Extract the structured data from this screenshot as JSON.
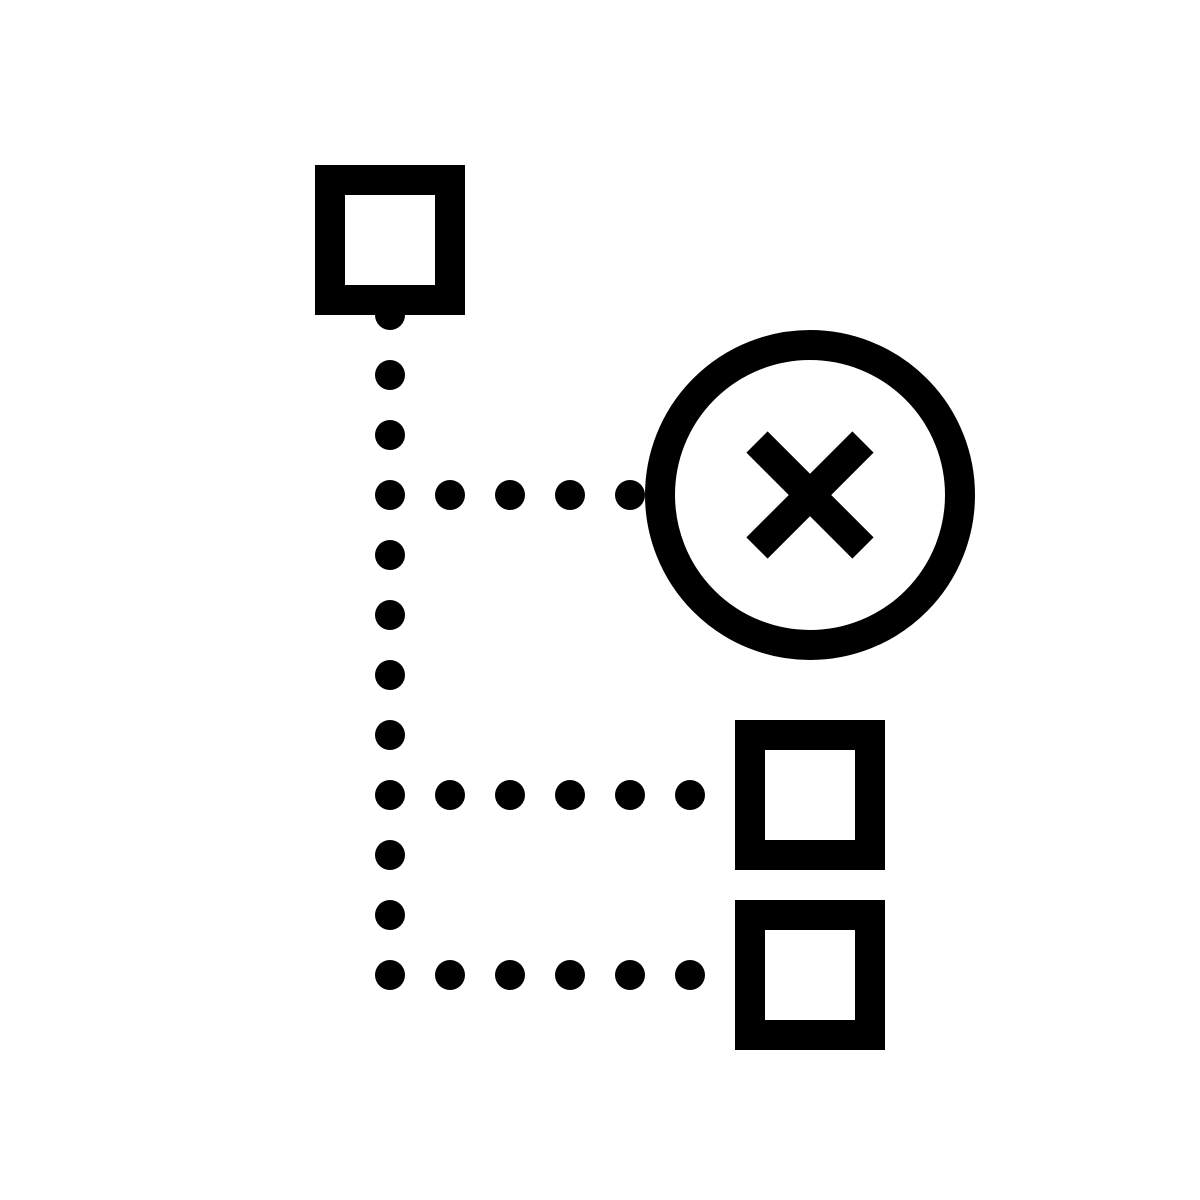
{
  "icon": {
    "name": "hierarchy-remove-node-icon",
    "stroke_color": "#000000",
    "background_color": "#ffffff",
    "nodes": [
      {
        "name": "root-node",
        "kind": "square"
      },
      {
        "name": "removed-node",
        "kind": "circle-with-x"
      },
      {
        "name": "child-node-1",
        "kind": "square"
      },
      {
        "name": "child-node-2",
        "kind": "square"
      }
    ]
  }
}
